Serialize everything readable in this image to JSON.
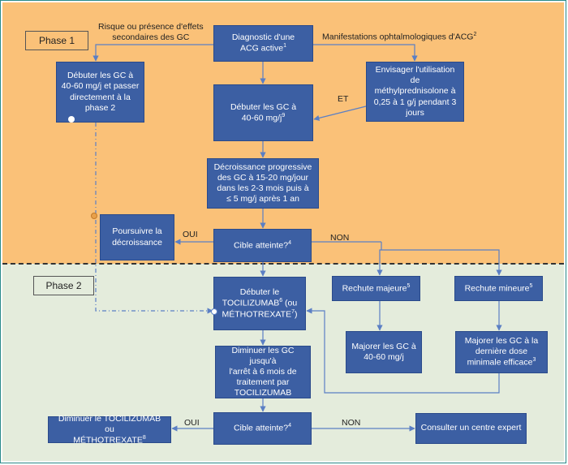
{
  "phases": {
    "phase1": "Phase 1",
    "phase2": "Phase 2"
  },
  "labels": {
    "risk": "Risque ou présence d'effets\nsecondaires des GC",
    "ophtalmo": "Manifestations ophtalmologiques d'ACG",
    "ophtalmo_sup": "2",
    "et": "ET",
    "oui1": "OUI",
    "non1": "NON",
    "oui2": "OUI",
    "non2": "NON"
  },
  "boxes": {
    "diagnostic": "Diagnostic d'une\nACG active",
    "diagnostic_sup": "1",
    "debuter_gc_direct": "Débuter les GC à\n40-60 mg/j et passer\ndirectement à la phase 2",
    "methylpred": "Envisager l'utilisation de\nméthylprednisolone à\n0,25 à 1 g/j pendant 3\njours",
    "debuter_gc": "Débuter les GC à\n40-60 mg/j",
    "debuter_gc_sup": "9",
    "decroissance": "Décroissance progressive\ndes GC à 15-20 mg/jour\ndans les 2-3 mois puis à\n≤ 5 mg/j après 1 an",
    "poursuivre": "Poursuivre la\ndécroissance",
    "cible1": "Cible atteinte?",
    "cible1_sup": "4",
    "tocilizumab_start_a": "Débuter le\nTOCILIZUMAB",
    "tocilizumab_start_sup1": "6",
    "tocilizumab_start_b": " (ou\nMÉTHOTREXATE",
    "tocilizumab_start_sup2": "7",
    "tocilizumab_start_c": ")",
    "rechute_majeure": "Rechute majeure",
    "rechute_majeure_sup": "5",
    "rechute_mineure": "Rechute mineure",
    "rechute_mineure_sup": "5",
    "majorer_gc": "Majorer les GC à\n40-60 mg/j",
    "majorer_gc_derniere": "Majorer les GC à la\ndernière dose\nminimale efficace",
    "majorer_gc_derniere_sup": "3",
    "diminuer_gc": "Diminuer les GC jusqu'à\nl'arrêt à 6 mois de\ntraitement par\nTOCILIZUMAB",
    "cible2": "Cible atteinte?",
    "cible2_sup": "4",
    "diminuer_toci": "Diminuer le TOCILIZUMAB ou\nMÉTHOTREXATE",
    "diminuer_toci_sup": "8",
    "consulter": "Consulter un centre expert"
  },
  "colors": {
    "phase1_bg": "#fac178",
    "phase2_bg": "#e4ecdc",
    "box": "#3c5fa3",
    "arrow": "#5b7fc4",
    "dot_orange": "#e8a04a"
  }
}
